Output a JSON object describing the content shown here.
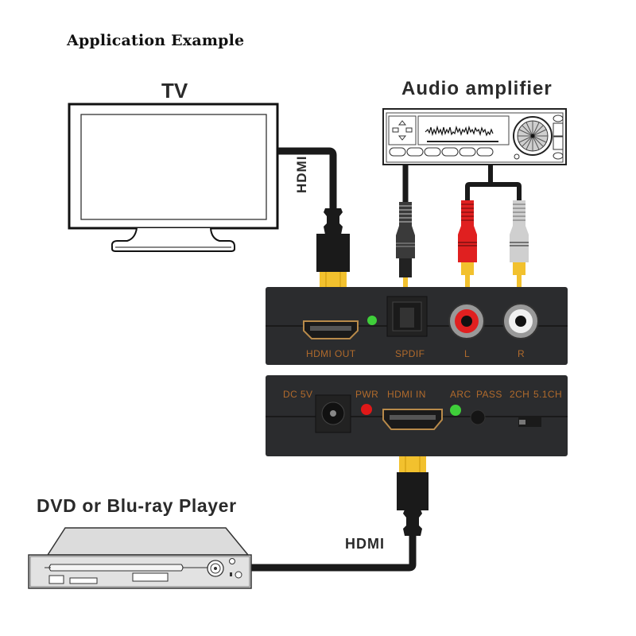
{
  "title": "Application Example",
  "devices": {
    "tv": {
      "label": "TV"
    },
    "amplifier": {
      "label": "Audio amplifier"
    },
    "player": {
      "label": "DVD or Blu-ray Player"
    }
  },
  "cables": {
    "tv_cable": "HDMI",
    "player_cable": "HDMI"
  },
  "output_panel": {
    "ports": [
      "HDMI OUT",
      "SPDIF",
      "L",
      "R"
    ]
  },
  "input_panel": {
    "labels": [
      "DC 5V",
      "PWR",
      "HDMI IN",
      "ARC",
      "PASS",
      "2CH",
      "5.1CH"
    ]
  },
  "colors": {
    "panel": "#2b2c2e",
    "port_label": "#b06a2c",
    "led_green": "#3fcf3a",
    "led_red": "#e01818",
    "rca_red": "#e02020",
    "rca_white": "#d8d8d8",
    "hdmi_gold": "#f2c12e"
  }
}
